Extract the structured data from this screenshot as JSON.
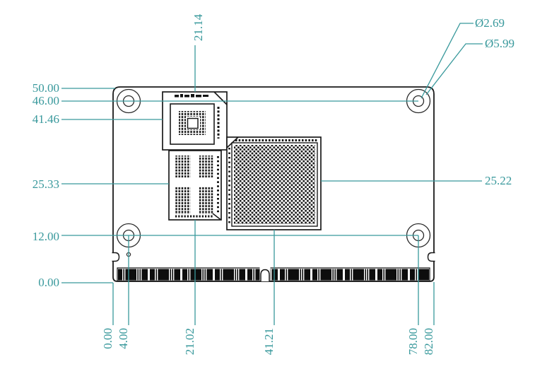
{
  "drawing_type": "mechanical-dimension-drawing",
  "board": {
    "width_mm": "82.00",
    "height_mm": "50.00"
  },
  "dims": {
    "left": [
      "50.00",
      "46.00",
      "41.46",
      "25.33",
      "12.00",
      "0.00"
    ],
    "top": [
      "21.14"
    ],
    "right": [
      "25.22"
    ],
    "diameter": [
      "Ø2.69",
      "Ø5.99"
    ],
    "bottom": [
      "0.00",
      "4.00",
      "21.02",
      "41.21",
      "78.00",
      "82.00"
    ]
  },
  "colors": {
    "dimension_line": "#39999c",
    "outline": "#1a1a1a",
    "background": "#ffffff",
    "connector_fill": "#0d0d0d"
  }
}
